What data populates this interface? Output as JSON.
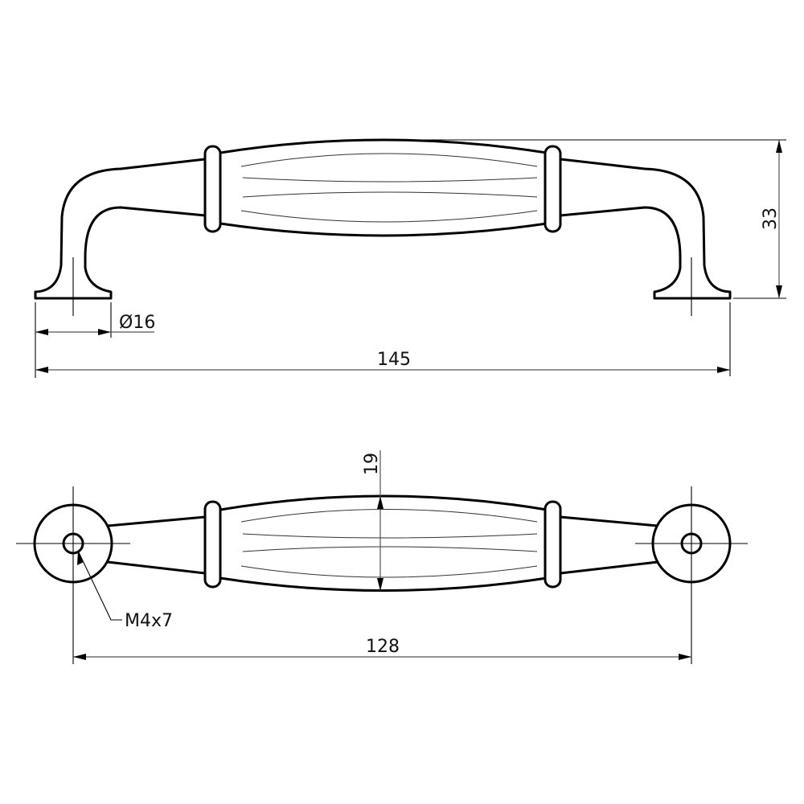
{
  "drawing": {
    "title": "Cabinet handle technical drawing",
    "colors": {
      "line": "#000000",
      "dimension": "#555555",
      "background": "#ffffff"
    },
    "side_view": {
      "dimensions": {
        "base_diameter": "Ø16",
        "overall_length": "145",
        "height": "33"
      }
    },
    "top_view": {
      "dimensions": {
        "grip_width": "19",
        "hole_spacing": "128",
        "thread": "M4x7"
      }
    }
  }
}
